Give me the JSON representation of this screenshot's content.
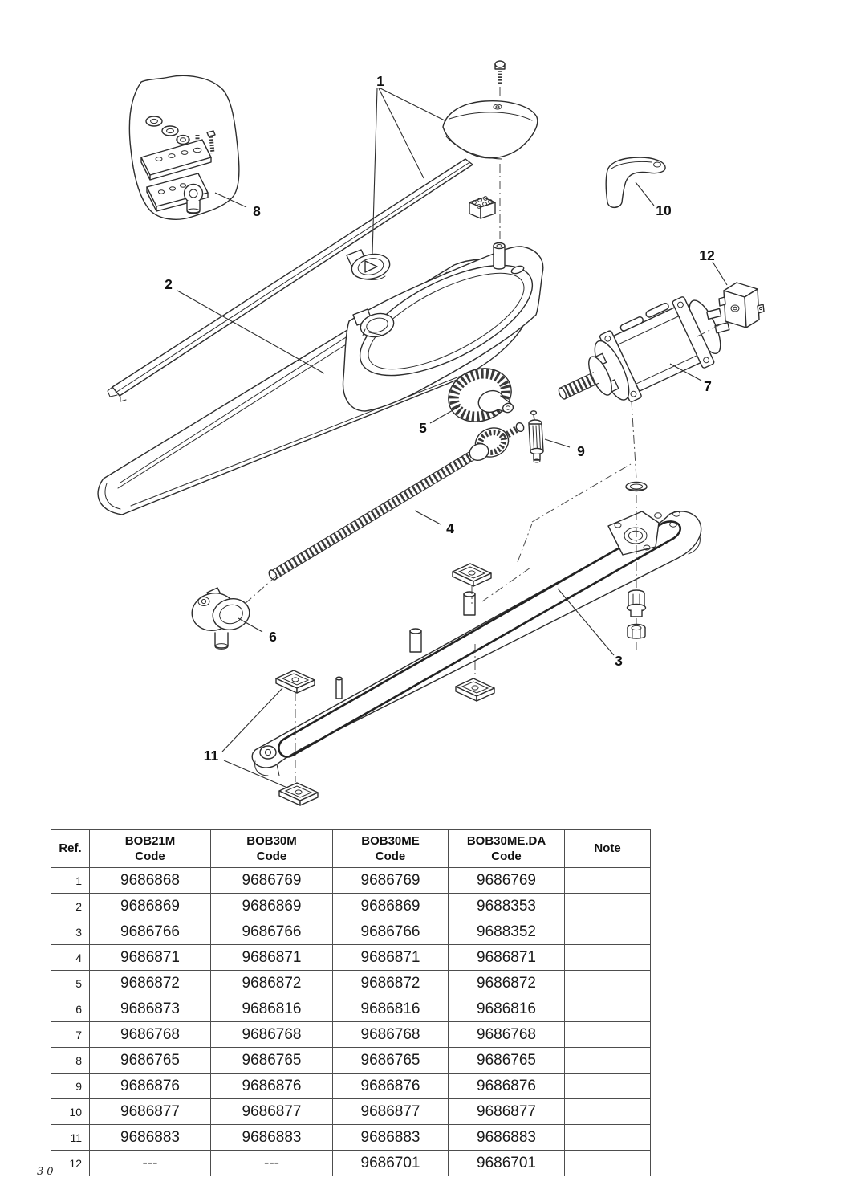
{
  "page": {
    "number": "30"
  },
  "diagram": {
    "callouts": [
      {
        "label": "1"
      },
      {
        "label": "2"
      },
      {
        "label": "3"
      },
      {
        "label": "4"
      },
      {
        "label": "5"
      },
      {
        "label": "6"
      },
      {
        "label": "7"
      },
      {
        "label": "8"
      },
      {
        "label": "9"
      },
      {
        "label": "10"
      },
      {
        "label": "11"
      },
      {
        "label": "12"
      }
    ]
  },
  "table": {
    "headers": [
      {
        "line1": "Ref.",
        "line2": ""
      },
      {
        "line1": "BOB21M",
        "line2": "Code"
      },
      {
        "line1": "BOB30M",
        "line2": "Code"
      },
      {
        "line1": "BOB30ME",
        "line2": "Code"
      },
      {
        "line1": "BOB30ME.DA",
        "line2": "Code"
      },
      {
        "line1": "Note",
        "line2": ""
      }
    ],
    "rows": [
      {
        "cells": [
          "1",
          "9686868",
          "9686769",
          "9686769",
          "9686769",
          ""
        ]
      },
      {
        "cells": [
          "2",
          "9686869",
          "9686869",
          "9686869",
          "9688353",
          ""
        ]
      },
      {
        "cells": [
          "3",
          "9686766",
          "9686766",
          "9686766",
          "9688352",
          ""
        ]
      },
      {
        "cells": [
          "4",
          "9686871",
          "9686871",
          "9686871",
          "9686871",
          ""
        ]
      },
      {
        "cells": [
          "5",
          "9686872",
          "9686872",
          "9686872",
          "9686872",
          ""
        ]
      },
      {
        "cells": [
          "6",
          "9686873",
          "9686816",
          "9686816",
          "9686816",
          ""
        ]
      },
      {
        "cells": [
          "7",
          "9686768",
          "9686768",
          "9686768",
          "9686768",
          ""
        ]
      },
      {
        "cells": [
          "8",
          "9686765",
          "9686765",
          "9686765",
          "9686765",
          ""
        ]
      },
      {
        "cells": [
          "9",
          "9686876",
          "9686876",
          "9686876",
          "9686876",
          ""
        ]
      },
      {
        "cells": [
          "10",
          "9686877",
          "9686877",
          "9686877",
          "9686877",
          ""
        ]
      },
      {
        "cells": [
          "11",
          "9686883",
          "9686883",
          "9686883",
          "9686883",
          ""
        ]
      },
      {
        "cells": [
          "12",
          "---",
          "---",
          "9686701",
          "9686701",
          ""
        ]
      }
    ]
  }
}
